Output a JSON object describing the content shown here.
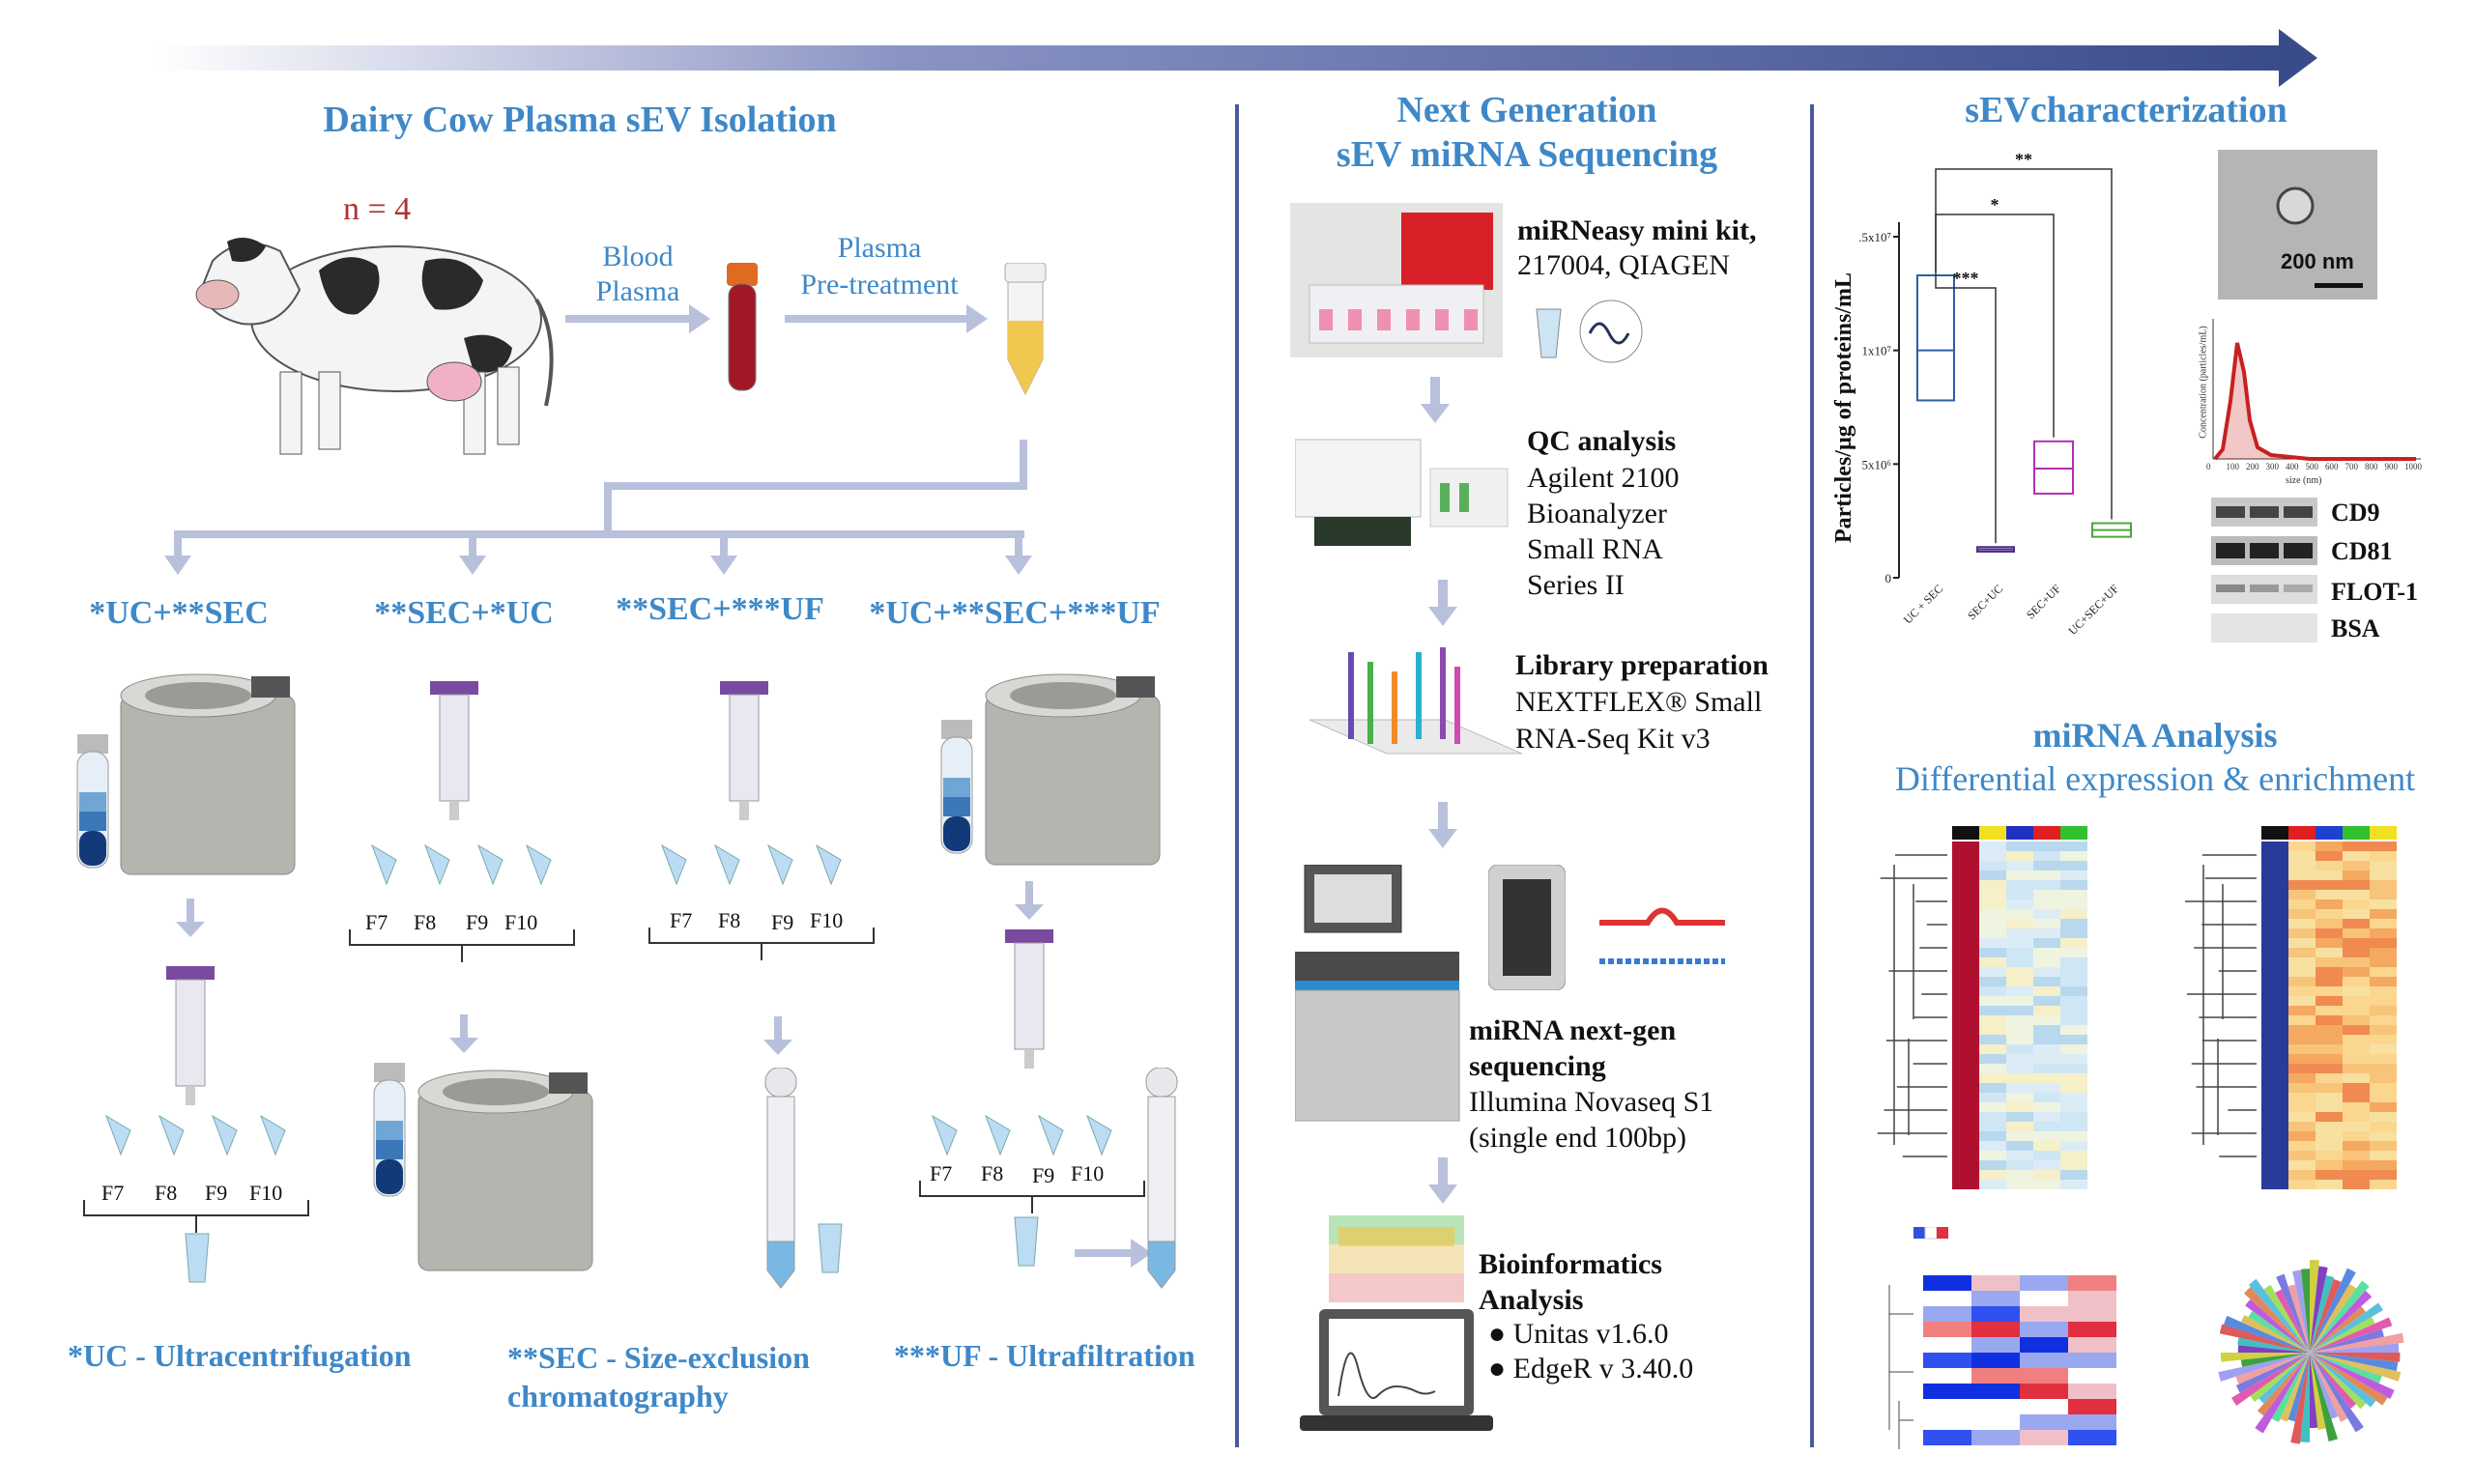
{
  "isolation": {
    "title": "Dairy Cow Plasma sEV Isolation",
    "n_label": "n = 4",
    "step1": "Blood\nPlasma",
    "step2": "Plasma\nPre-treatment",
    "methods": [
      {
        "label": "*UC+**SEC"
      },
      {
        "label": "**SEC+*UC"
      },
      {
        "label": "**SEC+***UF"
      },
      {
        "label": "*UC+**SEC+***UF"
      }
    ],
    "fractions": [
      "F7",
      "F8",
      "F9",
      "F10"
    ],
    "legend": {
      "uc": "*UC - Ultracentrifugation",
      "sec": "**SEC - Size-exclusion\nchromatography",
      "uf": "***UF - Ultrafiltration"
    }
  },
  "sequencing": {
    "title_line1": "Next Generation",
    "title_line2": "sEV miRNA Sequencing",
    "steps": [
      {
        "bold": "miRNeasy mini kit,",
        "text": "217004, QIAGEN"
      },
      {
        "bold": "QC analysis",
        "text": "Agilent 2100\nBioanalyzer\nSmall RNA\nSeries II"
      },
      {
        "bold": "Library preparation",
        "text": "NEXTFLEX® Small\nRNA-Seq Kit v3"
      },
      {
        "bold": "miRNA next-gen\nsequencing",
        "text": "Illumina Novaseq S1\n(single end 100bp)"
      },
      {
        "bold": "Bioinformatics\nAnalysis",
        "bullets": [
          "Unitas v1.6.0",
          "EdgeR v 3.40.0"
        ]
      }
    ]
  },
  "characterization": {
    "title": "sEVcharacterization",
    "scale_bar": "200 nm",
    "western": [
      "CD9",
      "CD81",
      "FLOT-1",
      "BSA"
    ],
    "nta": {
      "ylabel": "Concentration (particles/mL)",
      "xlabel": "size (nm)",
      "xticks": [
        "0",
        "100",
        "200",
        "300",
        "400",
        "500",
        "600",
        "700",
        "800",
        "900",
        "1000"
      ]
    },
    "analysis_title": "miRNA Analysis",
    "analysis_subtitle": "Differential expression & enrichment"
  },
  "chart_data": {
    "type": "box",
    "ylabel": "Particles/µg of proteins/mL",
    "ytick_labels": [
      ".5x10⁷",
      "1x10⁷",
      "5x10⁶",
      "0"
    ],
    "yticks": [
      15000000,
      10000000,
      5000000,
      0
    ],
    "ylim": [
      0,
      15000000
    ],
    "categories": [
      "UC + SEC",
      "SEC+UC",
      "SEC+UF",
      "UC+SEC+UF"
    ],
    "boxes": [
      {
        "category": "UC + SEC",
        "q1": 7800000,
        "median": 10000000,
        "q3": 13300000,
        "color": "#2e5fa8"
      },
      {
        "category": "SEC+UC",
        "q1": 1150000,
        "median": 1250000,
        "q3": 1350000,
        "color": "#4b2d8a"
      },
      {
        "category": "SEC+UF",
        "q1": 3700000,
        "median": 4800000,
        "q3": 6000000,
        "color": "#b030b0"
      },
      {
        "category": "UC+SEC+UF",
        "q1": 1800000,
        "median": 2100000,
        "q3": 2400000,
        "color": "#4aa83a"
      }
    ],
    "significance": [
      {
        "from": "UC + SEC",
        "to": "SEC+UC",
        "label": "***"
      },
      {
        "from": "UC + SEC",
        "to": "SEC+UF",
        "label": "*"
      },
      {
        "from": "UC + SEC",
        "to": "UC+SEC+UF",
        "label": "**"
      }
    ]
  },
  "colors": {
    "title_blue": "#3e88c8",
    "arrow_dark": "#3a4b8c",
    "divider": "#4a5a9a",
    "pale_arrow": "#b8c0dc",
    "n_red": "#b03030"
  }
}
